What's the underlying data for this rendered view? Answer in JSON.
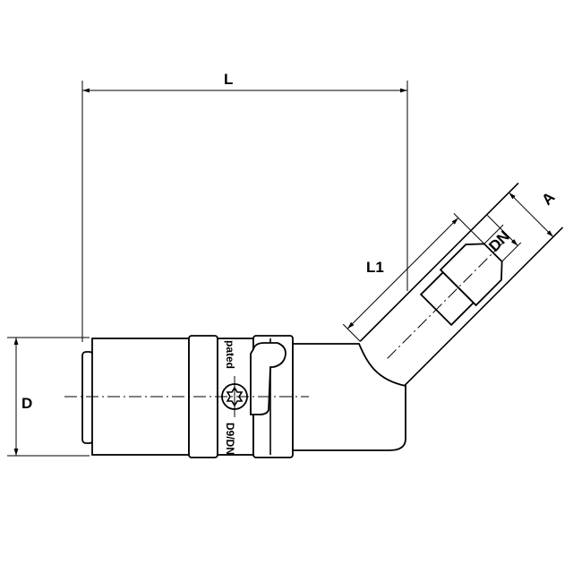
{
  "dimensions": {
    "length": "L",
    "diameter": "D",
    "branch_length": "L1",
    "nominal_diameter": "DN",
    "outer_diameter": "A"
  },
  "band_text": {
    "upper": "pated",
    "lower": "D9/DN"
  },
  "colors": {
    "line": "#000000",
    "background": "#ffffff"
  }
}
